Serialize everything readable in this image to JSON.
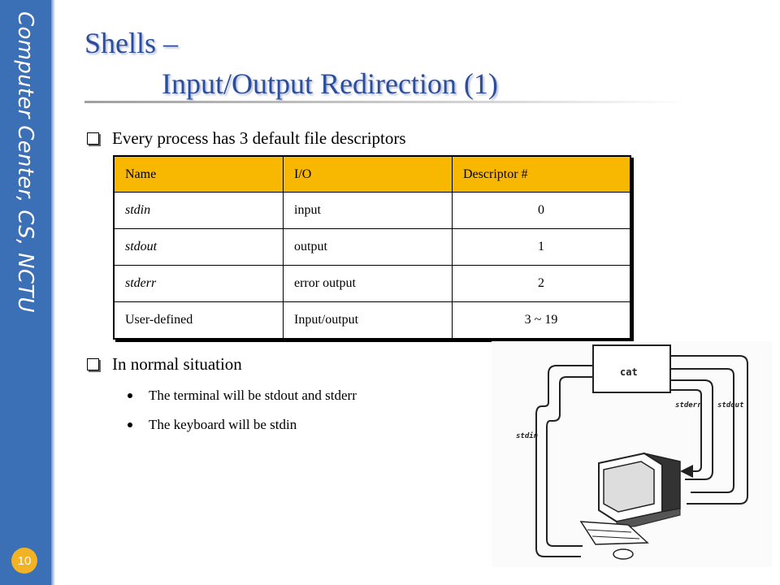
{
  "sidebar": {
    "text": "Computer Center, CS, NCTU"
  },
  "page_number": "10",
  "title": {
    "line1": "Shells –",
    "line2": "Input/Output Redirection (1)"
  },
  "bullets": {
    "first": "Every process has 3 default file descriptors",
    "second": "In normal situation"
  },
  "sub_bullets": [
    "The terminal will be stdout and stderr",
    "The keyboard will be stdin"
  ],
  "table": {
    "headers": [
      "Name",
      "I/O",
      "Descriptor #"
    ],
    "rows": [
      [
        "stdin",
        "input",
        "0"
      ],
      [
        "stdout",
        "output",
        "1"
      ],
      [
        "stderr",
        "error output",
        "2"
      ],
      [
        "User-defined",
        "Input/output",
        "3 ~ 19"
      ]
    ]
  },
  "diagram": {
    "process": "cat",
    "stderr": "stderr",
    "stdout": "stdout",
    "stdin": "stdin"
  },
  "colors": {
    "sidebar": "#3b6fb6",
    "title": "#2a4d9c",
    "table_header": "#f8b700",
    "page_badge": "#f1b324"
  }
}
